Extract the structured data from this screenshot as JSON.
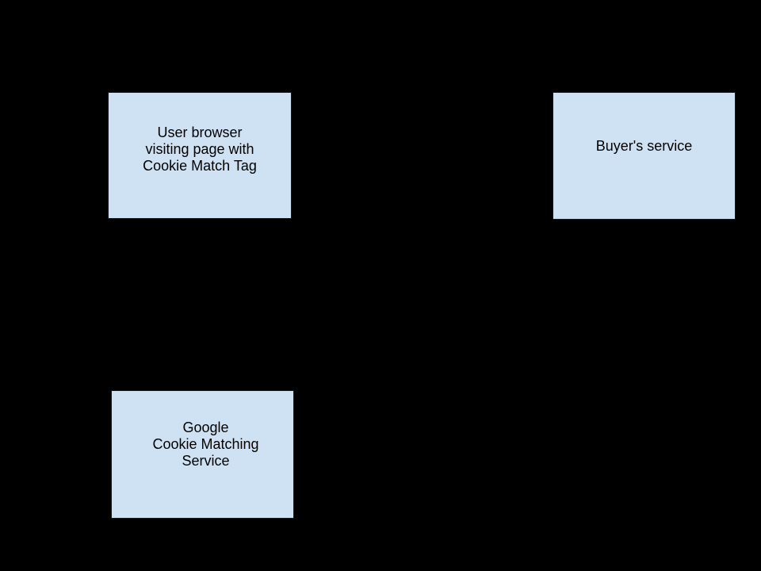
{
  "canvas": {
    "background_color": "#000000"
  },
  "diagram": {
    "node_fill_color": "#cfe2f3",
    "node_border_color": "#11171c",
    "node_text_color": "#000000",
    "nodes": [
      {
        "id": "user-browser",
        "label": "User browser\nvisiting page with\nCookie Match Tag"
      },
      {
        "id": "buyers-service",
        "label": "Buyer's service"
      },
      {
        "id": "google-cookie-matching-service",
        "label": "Google\nCookie Matching\nService"
      }
    ]
  }
}
